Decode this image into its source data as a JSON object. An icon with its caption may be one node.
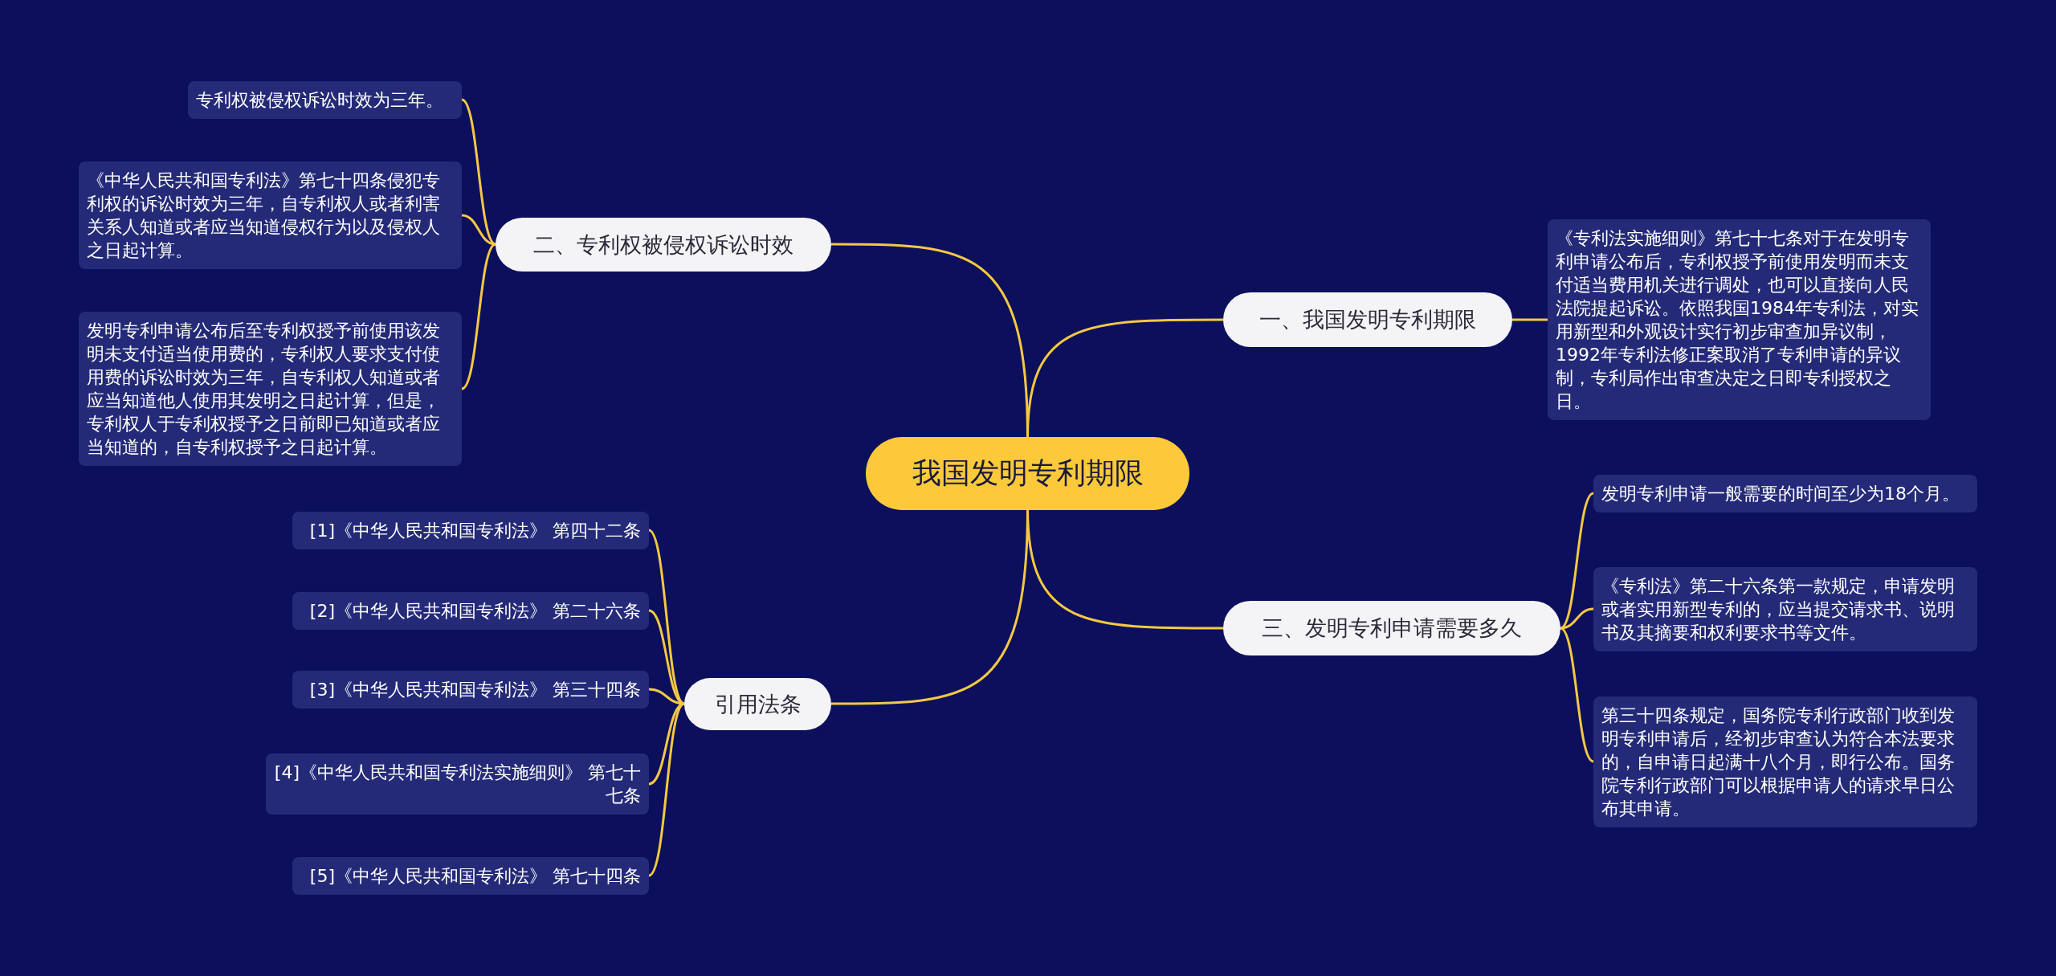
{
  "diagram": {
    "nodes": [
      {
        "text": [
          "我国发明专利期限"
        ]
      },
      {
        "text": [
          "一、我国发明专利期限"
        ]
      },
      {
        "text": [
          "《专利法实施细则》第七十七条对于在发明专利申请公布后，专利权授予前使用发明而未支付适当费用机关进行调处，也可以直接向人民法院提起诉讼。依照我国1984年专利法，对实用新型和外观设计实行初步审查加异议制，1992年专利法修正案取消了专利申请的异议制，专利局作出审查决定之日即专利授权之日。"
        ]
      },
      {
        "text": [
          "二、专利权被侵权诉讼时效"
        ]
      },
      {
        "text": [
          "专利权被侵权诉讼时效为三年。"
        ]
      },
      {
        "text": [
          "《中华人民共和国专利法》第七十四条侵犯专利权的诉讼时效为三年，自专利权人或者利害关系人知道或者应当知道侵权行为以及侵权人之日起计算。"
        ]
      },
      {
        "text": [
          "发明专利申请公布后至专利权授予前使用该发明未支付适当使用费的，专利权人要求支付使用费的诉讼时效为三年，自专利权人知道或者应当知道他人使用其发明之日起计算，但是，专利权人于专利权授予之日前即已知道或者应当知道的，自专利权授予之日起计算。"
        ]
      },
      {
        "text": [
          "三、发明专利申请需要多久"
        ]
      },
      {
        "text": [
          "发明专利申请一般需要的时间至少为18个月。"
        ]
      },
      {
        "text": [
          "《专利法》第二十六条第一款规定，申请发明或者实用新型专利的，应当提交请求书、说明书及其摘要和权利要求书等文件。"
        ]
      },
      {
        "text": [
          "第三十四条规定，国务院专利行政部门收到发明专利申请后，经初步审查认为符合本法要求的，自申请日起满十八个月，即行公布。国务院专利行政部门可以根据申请人的请求早日公布其申请。"
        ]
      },
      {
        "text": [
          "引用法条"
        ]
      },
      {
        "text": [
          "[1]《中华人民共和国专利法》 第四十二条"
        ]
      },
      {
        "text": [
          "[2]《中华人民共和国专利法》 第二十六条"
        ]
      },
      {
        "text": [
          "[3]《中华人民共和国专利法》 第三十四条"
        ]
      },
      {
        "text": [
          "[4]《中华人民共和国专利法实施细则》 第七十七条"
        ]
      },
      {
        "text": [
          "[5]《中华人民共和国专利法》 第七十四条"
        ]
      }
    ],
    "edges": [
      {
        "from": 0,
        "to": 1,
        "arrow": "none"
      },
      {
        "from": 1,
        "to": 2,
        "arrow": "none"
      },
      {
        "from": 0,
        "to": 3,
        "arrow": "none"
      },
      {
        "from": 3,
        "to": 4,
        "arrow": "none"
      },
      {
        "from": 3,
        "to": 5,
        "arrow": "none"
      },
      {
        "from": 3,
        "to": 6,
        "arrow": "none"
      },
      {
        "from": 0,
        "to": 7,
        "arrow": "none"
      },
      {
        "from": 7,
        "to": 8,
        "arrow": "none"
      },
      {
        "from": 7,
        "to": 9,
        "arrow": "none"
      },
      {
        "from": 7,
        "to": 10,
        "arrow": "none"
      },
      {
        "from": 0,
        "to": 11,
        "arrow": "none"
      },
      {
        "from": 11,
        "to": 12,
        "arrow": "none"
      },
      {
        "from": 11,
        "to": 13,
        "arrow": "none"
      },
      {
        "from": 11,
        "to": 14,
        "arrow": "none"
      },
      {
        "from": 11,
        "to": 15,
        "arrow": "none"
      },
      {
        "from": 11,
        "to": 16,
        "arrow": "none"
      }
    ]
  }
}
